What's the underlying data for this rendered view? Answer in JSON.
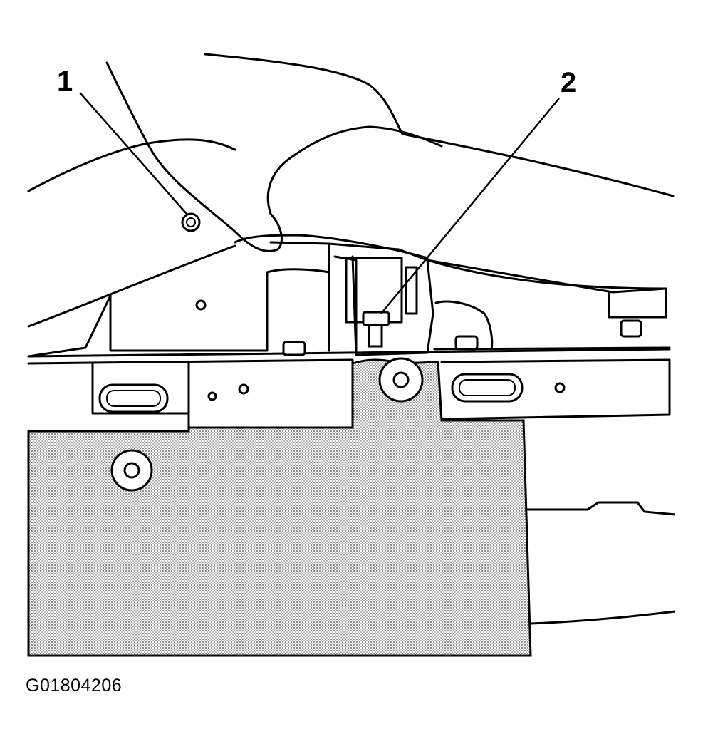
{
  "callouts": [
    {
      "number": "1"
    },
    {
      "number": "2"
    }
  ],
  "figure_id": "G01804206",
  "colors": {
    "ink": "#000000",
    "paper": "#ffffff",
    "stipple": "#9a9a9a"
  }
}
